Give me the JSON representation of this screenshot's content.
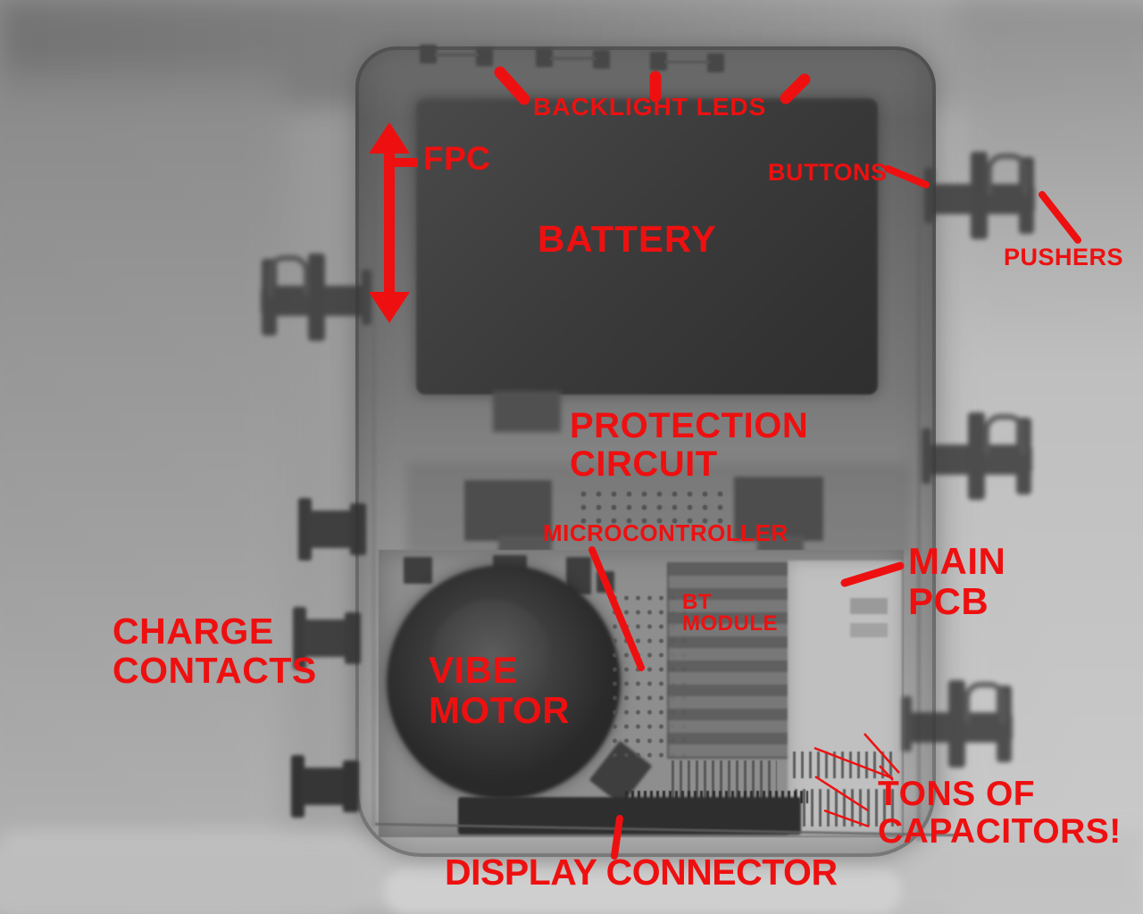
{
  "colors": {
    "annotation": "#ee1010"
  },
  "labels": {
    "backlight_leds": "BACKLIGHT LEDS",
    "fpc": "FPC",
    "battery": "BATTERY",
    "buttons": "BUTTONS",
    "pushers": "PUSHERS",
    "protection_circuit": "PROTECTION\nCIRCUIT",
    "microcontroller": "MICROCONTROLLER",
    "main_pcb": "MAIN\nPCB",
    "bt_module": "BT\nMODULE",
    "charge_contacts": "CHARGE\nCONTACTS",
    "vibe_motor": "VIBE\nMOTOR",
    "tons_of_capacitors": "TONS OF\nCAPACITORS!",
    "display_connector": "DISPLAY CONNECTOR"
  },
  "marks": {
    "fpc_arrow": "vertical-double-arrow",
    "backlight_ticks": "three-pointer-ticks",
    "buttons_leader": "leader-line",
    "pushers_leader": "leader-line",
    "microcontroller_leader": "leader-line",
    "main_pcb_leader": "leader-line",
    "capacitor_leaders": "five-thin-leader-lines",
    "display_connector_leader": "leader-tick"
  }
}
